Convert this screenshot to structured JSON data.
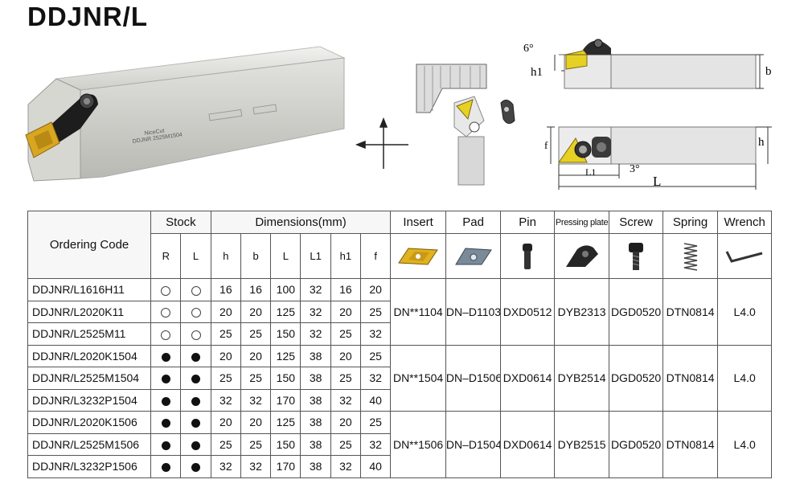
{
  "title": "DDJNR/L",
  "photo": {
    "brand": "NiceCut",
    "model": "DDJNR 2525M1504"
  },
  "diagram": {
    "labels": {
      "angle_top": "6°",
      "h1": "h1",
      "b": "b",
      "f": "f",
      "h": "h",
      "L1": "L1",
      "angle_bottom": "3°",
      "L": "L"
    }
  },
  "table": {
    "header": {
      "ordering_code": "Ordering Code",
      "stock": "Stock",
      "dimensions": "Dimensions(mm)",
      "insert": "Insert",
      "pad": "Pad",
      "pin": "Pin",
      "pressing_plate": "Pressing plate",
      "screw": "Screw",
      "spring": "Spring",
      "wrench": "Wrench",
      "stock_r": "R",
      "stock_l": "L",
      "dim_h": "h",
      "dim_b": "b",
      "dim_L": "L",
      "dim_L1": "L1",
      "dim_h1": "h1",
      "dim_f": "f"
    },
    "icons": {
      "insert": "insert-icon",
      "pad": "pad-icon",
      "pin": "pin-icon",
      "pressing_plate": "pressing-plate-icon",
      "screw": "screw-icon",
      "spring": "spring-icon",
      "wrench": "wrench-icon"
    },
    "groups": [
      {
        "accessories": {
          "insert": "DN**1104",
          "pad": "DN–D1103",
          "pin": "DXD0512",
          "pressing_plate": "DYB2313",
          "screw": "DGD0520",
          "spring": "DTN0814",
          "wrench": "L4.0"
        },
        "rows": [
          {
            "code": "DDJNR/L1616H11",
            "stock_r": "open",
            "stock_l": "open",
            "h": "16",
            "b": "16",
            "L": "100",
            "L1": "32",
            "h1": "16",
            "f": "20"
          },
          {
            "code": "DDJNR/L2020K11",
            "stock_r": "open",
            "stock_l": "open",
            "h": "20",
            "b": "20",
            "L": "125",
            "L1": "32",
            "h1": "20",
            "f": "25"
          },
          {
            "code": "DDJNR/L2525M11",
            "stock_r": "open",
            "stock_l": "open",
            "h": "25",
            "b": "25",
            "L": "150",
            "L1": "32",
            "h1": "25",
            "f": "32"
          }
        ]
      },
      {
        "accessories": {
          "insert": "DN**1504",
          "pad": "DN–D1506",
          "pin": "DXD0614",
          "pressing_plate": "DYB2514",
          "screw": "DGD0520",
          "spring": "DTN0814",
          "wrench": "L4.0"
        },
        "rows": [
          {
            "code": "DDJNR/L2020K1504",
            "stock_r": "filled",
            "stock_l": "filled",
            "h": "20",
            "b": "20",
            "L": "125",
            "L1": "38",
            "h1": "20",
            "f": "25"
          },
          {
            "code": "DDJNR/L2525M1504",
            "stock_r": "filled",
            "stock_l": "filled",
            "h": "25",
            "b": "25",
            "L": "150",
            "L1": "38",
            "h1": "25",
            "f": "32"
          },
          {
            "code": "DDJNR/L3232P1504",
            "stock_r": "filled",
            "stock_l": "filled",
            "h": "32",
            "b": "32",
            "L": "170",
            "L1": "38",
            "h1": "32",
            "f": "40"
          }
        ]
      },
      {
        "accessories": {
          "insert": "DN**1506",
          "pad": "DN–D1504",
          "pin": "DXD0614",
          "pressing_plate": "DYB2515",
          "screw": "DGD0520",
          "spring": "DTN0814",
          "wrench": "L4.0"
        },
        "rows": [
          {
            "code": "DDJNR/L2020K1506",
            "stock_r": "filled",
            "stock_l": "filled",
            "h": "20",
            "b": "20",
            "L": "125",
            "L1": "38",
            "h1": "20",
            "f": "25"
          },
          {
            "code": "DDJNR/L2525M1506",
            "stock_r": "filled",
            "stock_l": "filled",
            "h": "25",
            "b": "25",
            "L": "150",
            "L1": "38",
            "h1": "25",
            "f": "32"
          },
          {
            "code": "DDJNR/L3232P1506",
            "stock_r": "filled",
            "stock_l": "filled",
            "h": "32",
            "b": "32",
            "L": "170",
            "L1": "38",
            "h1": "32",
            "f": "40"
          }
        ]
      }
    ]
  }
}
